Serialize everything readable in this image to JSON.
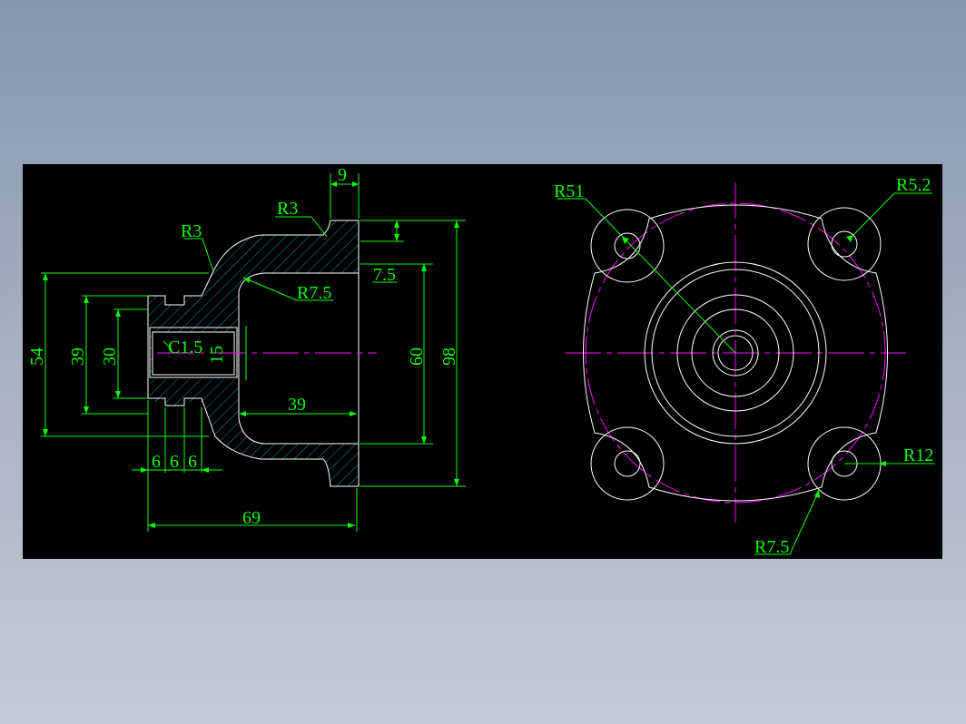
{
  "colors": {
    "outline": "#ffffff",
    "dimension": "#00ff00",
    "centerline": "#ff00ff",
    "hatch": "#00a0a0",
    "background": "#000000"
  },
  "section_view": {
    "dims": {
      "d9": "9",
      "r3_top": "R3",
      "r3_left": "R3",
      "r7_5": "R7.5",
      "d7_5": "7.5",
      "d54": "54",
      "d39": "39",
      "d30": "30",
      "c1_5": "C1.5",
      "d15": "15",
      "d60": "60",
      "d98": "98",
      "d39_h": "39",
      "d6a": "6",
      "d6b": "6",
      "d6c": "6",
      "d69": "69"
    }
  },
  "front_view": {
    "dims": {
      "r51": "R51",
      "r5_2": "R5.2",
      "r12": "R12",
      "r7_5": "R7.5"
    }
  }
}
